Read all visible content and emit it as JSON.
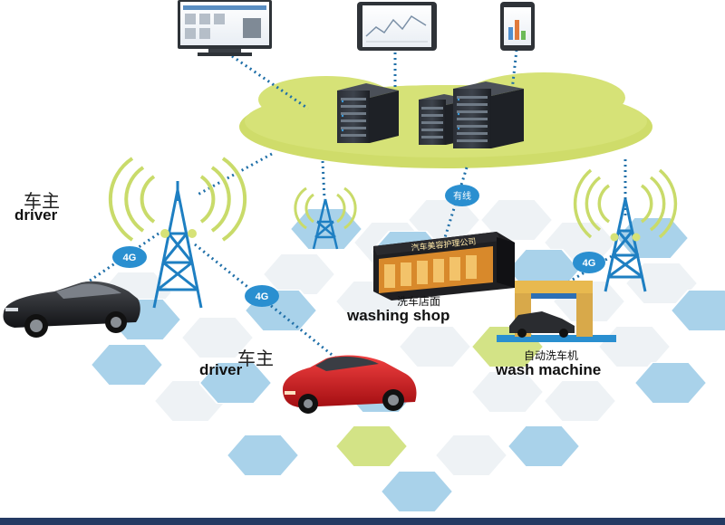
{
  "labels": {
    "driver_top_zh": "车主",
    "driver_top_en": "driver",
    "driver_mid_zh": "车主",
    "driver_mid_en": "driver",
    "shop_zh": "洗车店面",
    "shop_en": "washing shop",
    "machine_zh": "自动洗车机",
    "machine_en": "wash machine",
    "shop_sign": "汽车美容护理公司"
  },
  "badges": {
    "left": "4G",
    "mid": "4G",
    "right": "4G",
    "wired": "有线"
  },
  "colors": {
    "cloud": "#cfdc6a",
    "link": "#1f6fa8",
    "tower": "#1e7fc2",
    "hex_light": "#e9eef2",
    "hex_blue": "#a9d2ea",
    "hex_green": "#cfe07c",
    "badge": "#2a8fd0"
  },
  "icons": [
    "monitor-icon",
    "tablet-icon",
    "phone-icon",
    "server-icon",
    "cell-tower-icon",
    "car-icon",
    "wash-machine-icon",
    "shop-icon"
  ]
}
